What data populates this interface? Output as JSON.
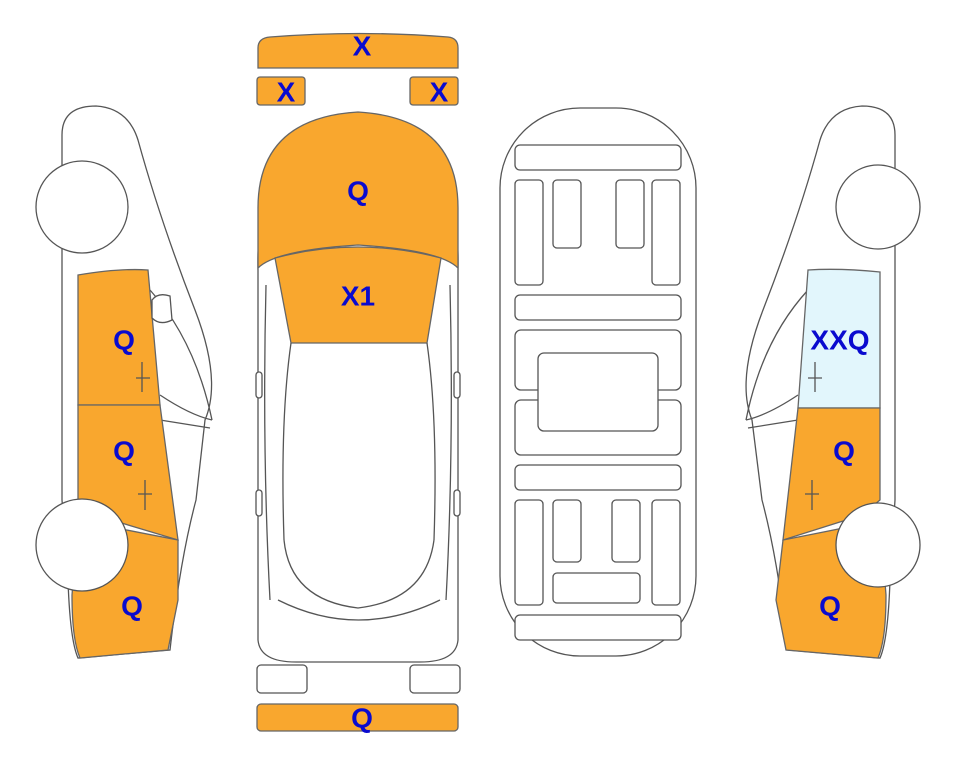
{
  "colors": {
    "painted": "#F9A72E",
    "glass": "#E2F6FC",
    "outline": "#555555",
    "label": "#0A0ACF"
  },
  "panels": {
    "hood_rear_strip": {
      "code": "X",
      "state": "painted"
    },
    "hood_rear_left": {
      "code": "X",
      "state": "painted"
    },
    "hood_rear_right": {
      "code": "X",
      "state": "painted"
    },
    "roof": {
      "code": "Q",
      "state": "painted"
    },
    "rear_window": {
      "code": "X1",
      "state": "painted"
    },
    "front_bumper": {
      "code": "Q",
      "state": "painted"
    },
    "left_rear_door": {
      "code": "Q",
      "state": "painted"
    },
    "left_front_door": {
      "code": "Q",
      "state": "painted"
    },
    "left_front_fender": {
      "code": "Q",
      "state": "painted"
    },
    "right_rear_window": {
      "code": "XXQ",
      "state": "glass"
    },
    "right_front_door": {
      "code": "Q",
      "state": "painted"
    },
    "right_front_fender": {
      "code": "Q",
      "state": "painted"
    }
  }
}
